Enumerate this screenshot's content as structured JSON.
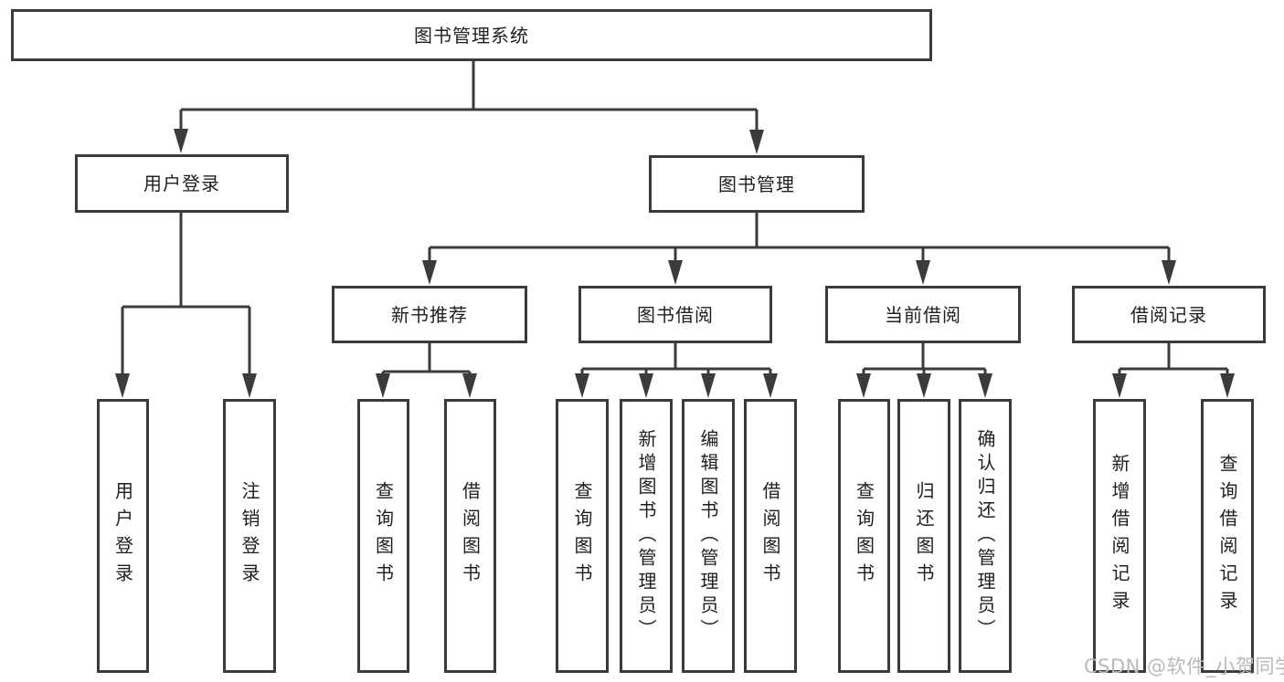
{
  "tree": {
    "root": "图书管理系统",
    "branches": [
      {
        "label": "用户登录",
        "children": [
          "用户登录",
          "注销登录"
        ]
      },
      {
        "label": "图书管理",
        "groups": [
          {
            "label": "新书推荐",
            "children": [
              "查询图书",
              "借阅图书"
            ]
          },
          {
            "label": "图书借阅",
            "children": [
              "查询图书",
              "新增图书（管理员）",
              "编辑图书（管理员）",
              "借阅图书"
            ]
          },
          {
            "label": "当前借阅",
            "children": [
              "查询图书",
              "归还图书",
              "确认归还（管理员）"
            ]
          },
          {
            "label": "借阅记录",
            "children": [
              "新增借阅记录",
              "查询借阅记录"
            ]
          }
        ]
      }
    ]
  },
  "watermark": {
    "text": "CSDN @软件_小贺同学"
  },
  "colors": {
    "line": "#3b3b3b",
    "text": "#1f1f1f",
    "watermark": "#b9b9b9",
    "background": "#ffffff"
  }
}
